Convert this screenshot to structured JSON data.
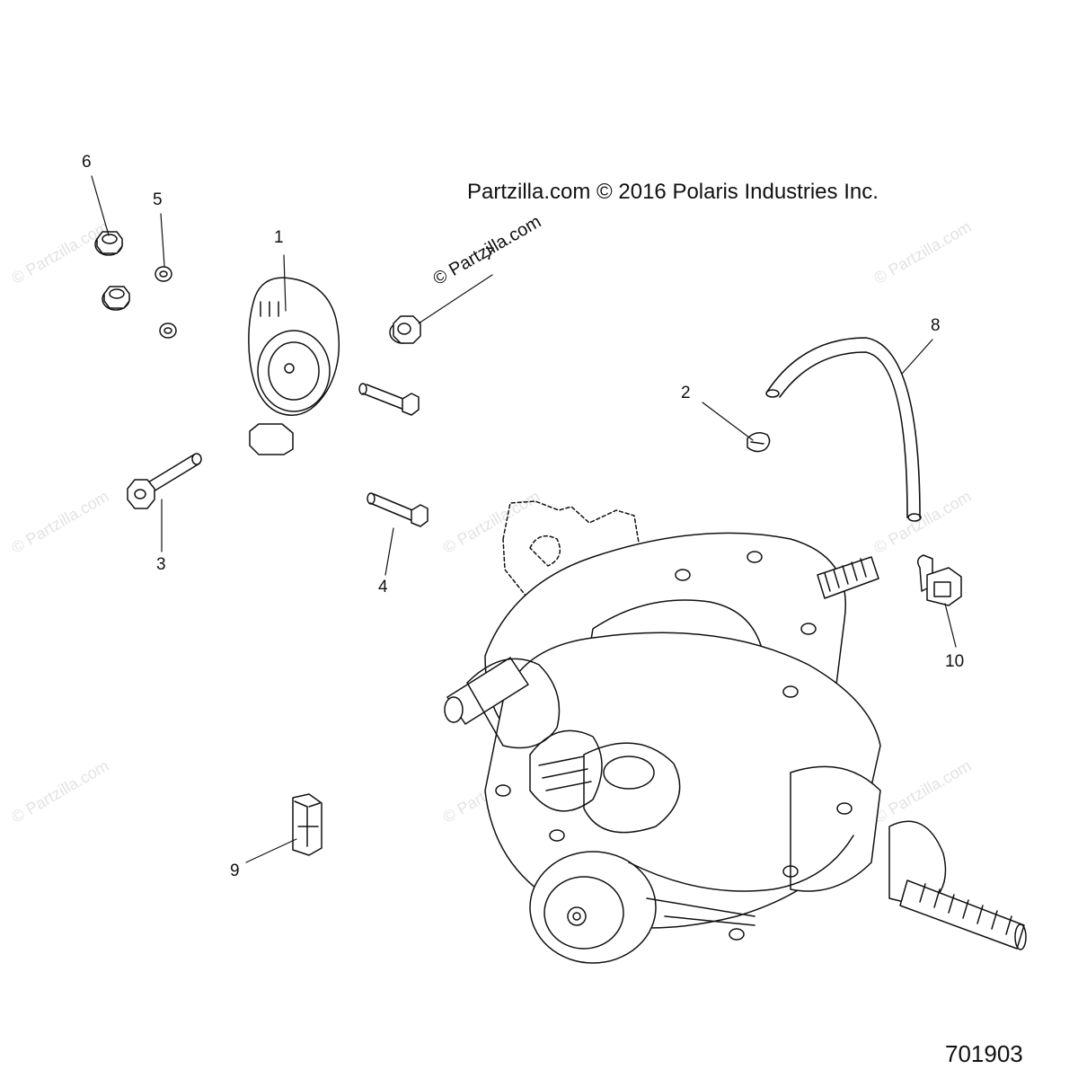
{
  "copyright": "Partzilla.com © 2016 Polaris Industries Inc.",
  "rotated_watermark": "© Partzilla.com",
  "background_watermark": "© Partzilla.com",
  "diagram_id": "701903",
  "callouts": {
    "c1": "1",
    "c2": "2",
    "c3": "3",
    "c4": "4",
    "c5": "5",
    "c6": "6",
    "c7": "7",
    "c8": "8",
    "c9": "9",
    "c10": "10"
  },
  "colors": {
    "line": "#111111",
    "watermark": "#e3e3e3",
    "background": "#ffffff"
  }
}
